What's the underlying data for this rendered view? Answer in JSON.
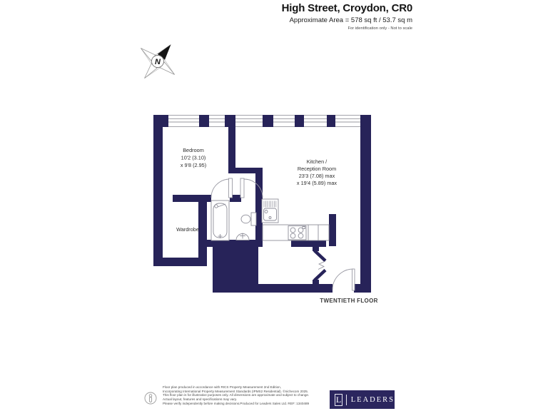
{
  "header": {
    "title": "High Street, Croydon, CR0",
    "subtitle": "Approximate Area = 578 sq ft / 53.7 sq m",
    "note": "For identification only - Not to scale"
  },
  "compass": {
    "north_label": "N"
  },
  "plan": {
    "bedroom_label": "Bedroom",
    "bedroom_dim1": "10'2 (3.10)",
    "bedroom_dim2": "x 9'8 (2.95)",
    "kitchen_label1": "Kitchen /",
    "kitchen_label2": "Reception Room",
    "kitchen_dim1": "23'3 (7.08) max",
    "kitchen_dim2": "x 19'4 (5.89) max",
    "wardrobe_label": "Wardrobe",
    "floor_label": "TWENTIETH FLOOR"
  },
  "footer": {
    "disclaimer_lines": [
      "Floor plan produced in accordance with RICS Property Measurement 2nd Edition,",
      "Incorporating International Property Measurement Standards (IPMS2 Residential).   ©nichecom 2025.",
      "This floor plan is for illustrative purposes only. All dimensions are approximate and subject to change.",
      "Actual layout, features and specifications may vary.",
      "Please verify independently before making decisions.Produced for Leaders Sales Ltd.   REF: 1340489"
    ],
    "logo_initial": "L",
    "logo_name": "LEADERS"
  },
  "colors": {
    "wall": "#272359",
    "logo_bg": "#2b265e"
  }
}
